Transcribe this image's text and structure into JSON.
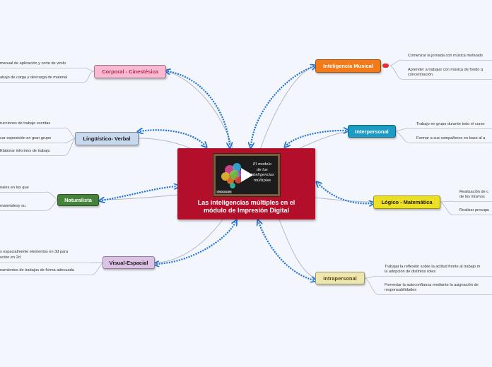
{
  "center": {
    "title_line1": "Las inteligencias múltiples en el",
    "title_line2": "módulo de Impresión Digital",
    "video_text_line1": "El modelo",
    "video_text_line2": "de las",
    "video_text_line3": "inteligencias",
    "video_text_line4": "múltiples",
    "video_tag": "TROCOLOR"
  },
  "branches": {
    "corporal": {
      "label": "Corporal - Cinestésica",
      "color": "#f9b9d2",
      "leaves": [
        "manual de aplicación y corte de vinilo",
        "abajo de carga y descarga de material"
      ]
    },
    "linguistico": {
      "label": "Lingüístico- Verbal",
      "color": "#c8d8ee",
      "leaves": [
        "rucciones de trabajo escritas",
        "car exposición en gran grupo",
        "Elaborar informes de trabajo"
      ]
    },
    "naturalista": {
      "label": "Naturalista",
      "color": "#47823a",
      "leaves": [
        "nales en los que",
        "materialesy su"
      ]
    },
    "visual": {
      "label": "Visual-Espacial",
      "color": "#dcc3e6",
      "leaves": [
        "s espacialmente elementos en 3d para",
        "ución en 2d",
        "namientos de trabajos de forma adecuada"
      ]
    },
    "musical": {
      "label": "Inteligencia Musical",
      "color": "#f27a18",
      "leaves": [
        "Comenzar la jornada con música motivado",
        "Aprender a trabajar con música de fondo q",
        "concentración"
      ]
    },
    "interpersonal": {
      "label": "Interpersonal",
      "color": "#1b9cc4",
      "leaves": [
        "Trabajo en grupo durante todo el curso",
        "Formar a sus compañeros en base al a"
      ]
    },
    "logico": {
      "label": "Lógico - Matemática",
      "color": "#ede024",
      "leaves": [
        "Realización de c",
        "de los mismos",
        "Realizar presupu"
      ]
    },
    "intrapersonal": {
      "label": "Intrapersonal",
      "color": "#ede7ad",
      "leaves": [
        "Trabajar la reflexión sobre la actitud frente al trabajo m",
        "la adopción de distintos roles",
        "Fomentar la autoconfianza mediante la asignación de",
        "responsabilidades"
      ]
    }
  },
  "colors": {
    "background": "#f3f6fc",
    "center": "#b30f2b",
    "connector": "#b5b9c0",
    "relation_arrow": "#1e73d8",
    "badge": "#e03030"
  }
}
